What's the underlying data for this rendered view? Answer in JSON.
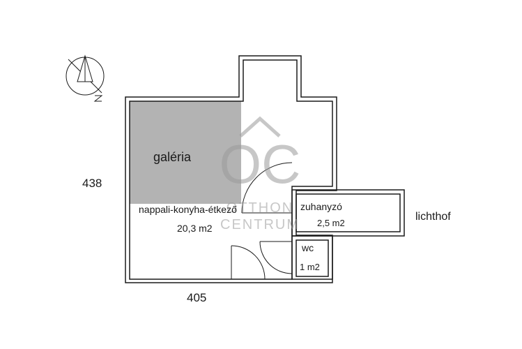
{
  "rooms": {
    "gallery": {
      "name": "galéria"
    },
    "living": {
      "name": "nappali-konyha-étkező",
      "area": "20,3 m2"
    },
    "shower": {
      "name": "zuhanyzó",
      "area": "2,5 m2"
    },
    "wc": {
      "name": "wc",
      "area": "1 m2"
    }
  },
  "labels": {
    "lightwell": "lichthof"
  },
  "dimensions": {
    "height": "438",
    "width": "405"
  },
  "watermark": {
    "logo_text": "OC",
    "line1": "OTTHON",
    "line2": "CENTRUM"
  },
  "icons": {
    "compass": "north-arrow-icon"
  },
  "colors": {
    "wall": "#1a1a1a",
    "gallery_fill": "#b3b3b3",
    "watermark": "#9a9a9a"
  }
}
